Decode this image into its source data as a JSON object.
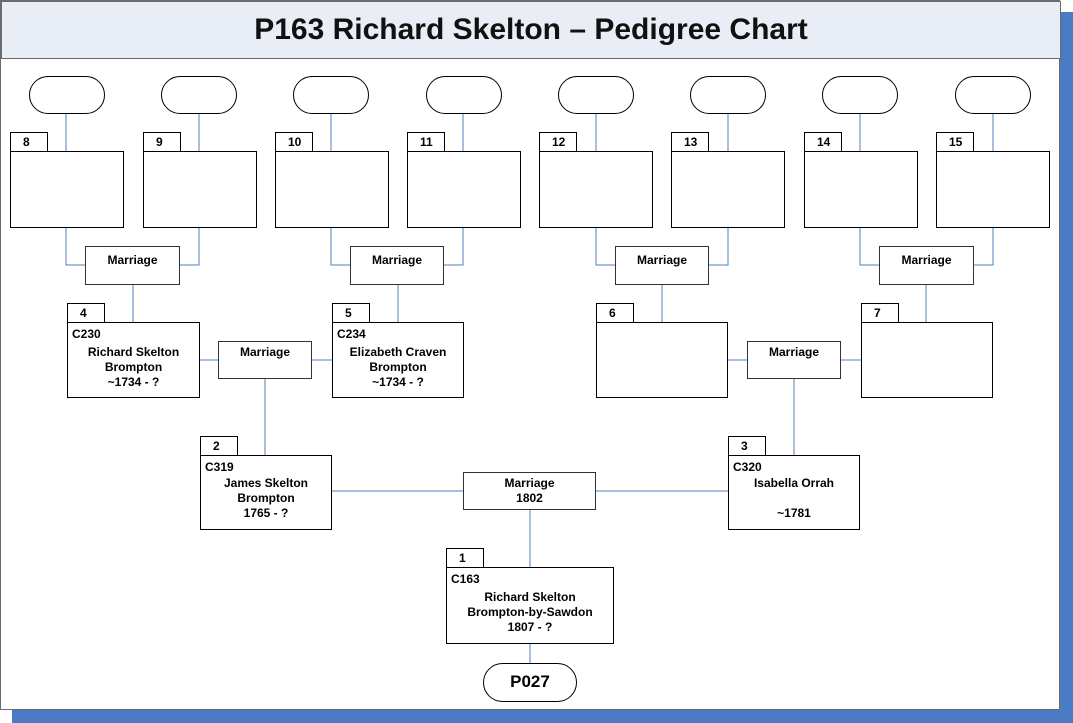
{
  "title": "P163 Richard Skelton – Pedigree Chart",
  "people": {
    "p1": {
      "num": "1",
      "code": "C163",
      "name": "Richard Skelton",
      "place": "Brompton-by-Sawdon",
      "dates": "1807 - ?"
    },
    "p2": {
      "num": "2",
      "code": "C319",
      "name": "James Skelton",
      "place": "Brompton",
      "dates": "1765 - ?"
    },
    "p3": {
      "num": "3",
      "code": "C320",
      "name": "Isabella Orrah",
      "place": "",
      "dates": "~1781"
    },
    "p4": {
      "num": "4",
      "code": "C230",
      "name": "Richard Skelton",
      "place": "Brompton",
      "dates": "~1734 - ?"
    },
    "p5": {
      "num": "5",
      "code": "C234",
      "name": "Elizabeth Craven",
      "place": "Brompton",
      "dates": "~1734 - ?"
    },
    "p6": {
      "num": "6"
    },
    "p7": {
      "num": "7"
    },
    "p8": {
      "num": "8"
    },
    "p9": {
      "num": "9"
    },
    "p10": {
      "num": "10"
    },
    "p11": {
      "num": "11"
    },
    "p12": {
      "num": "12"
    },
    "p13": {
      "num": "13"
    },
    "p14": {
      "num": "14"
    },
    "p15": {
      "num": "15"
    }
  },
  "marriages": {
    "m1": {
      "label": "Marriage",
      "year": "1802"
    },
    "m2": {
      "label": "Marriage"
    },
    "m3": {
      "label": "Marriage"
    },
    "m4": {
      "label": "Marriage"
    },
    "m5": {
      "label": "Marriage"
    },
    "m6": {
      "label": "Marriage"
    },
    "m7": {
      "label": "Marriage"
    }
  },
  "reference": "P027",
  "colors": {
    "connector": "#4f81bd",
    "shadow": "#4a7bc4",
    "title_bg": "#e8edf6"
  }
}
